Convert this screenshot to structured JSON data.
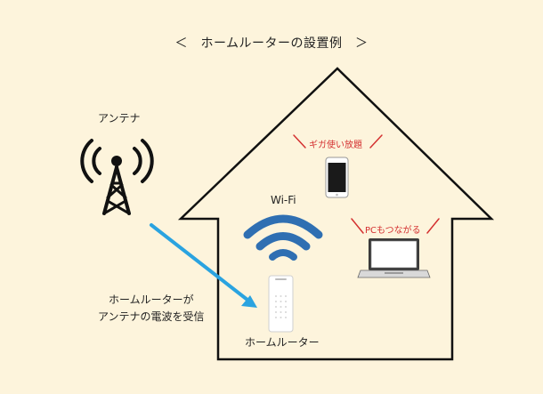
{
  "title": "＜　ホームルーターの設置例　＞",
  "labels": {
    "antenna": "アンテナ",
    "wifi": "Wi-Fi",
    "gigabit": "ギガ使い放題",
    "pc_connect": "PCもつながる",
    "router_caption_line1": "ホームルーターが",
    "router_caption_line2": "アンテナの電波を受信",
    "router": "ホームルーター"
  },
  "icons": {
    "antenna": "radio-tower-icon",
    "wifi": "wifi-icon",
    "smartphone": "smartphone-icon",
    "laptop": "laptop-icon",
    "router": "home-router-icon"
  },
  "colors": {
    "background": "#fdf4dc",
    "wifi_blue": "#2f6fb2",
    "arrow_blue": "#2aa3e0",
    "accent_red": "#d43030",
    "outline": "#111111"
  }
}
